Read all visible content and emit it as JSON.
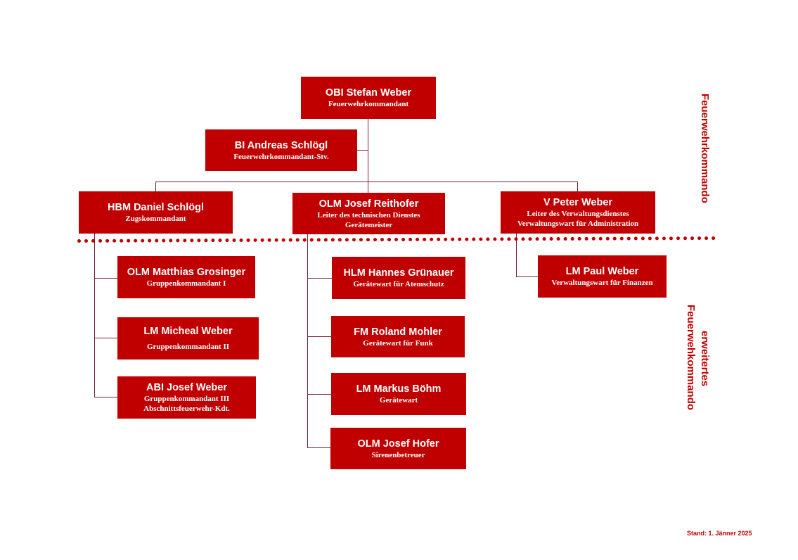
{
  "leadership": {
    "kommandant": {
      "name": "OBI Stefan Weber",
      "role": "Feuerwehrkommandant"
    },
    "stellvertreter": {
      "name": "BI Andreas Schlögl",
      "role": "Feuerwehrkommandant-Stv."
    }
  },
  "departments": [
    {
      "name": "HBM Daniel Schlögl",
      "roles": [
        "Zugskommandant"
      ]
    },
    {
      "name": "OLM Josef Reithofer",
      "roles": [
        "Leiter des technischen Dienstes",
        "Gerätemeister"
      ]
    },
    {
      "name": "V Peter Weber",
      "roles": [
        "Leiter des Verwaltungsdienstes",
        "Verwaltungswart für Administration"
      ]
    }
  ],
  "zug_members": [
    {
      "name": "OLM Matthias Grosinger",
      "roles": [
        "Gruppenkommandant I"
      ]
    },
    {
      "name": "LM Micheal Weber",
      "roles": [
        "Gruppenkommandant II"
      ]
    },
    {
      "name": "ABI Josef Weber",
      "roles": [
        "Gruppenkommandant III",
        "Abschnittsfeuerwehr-Kdt."
      ]
    }
  ],
  "technik_members": [
    {
      "name": "HLM Hannes Grünauer",
      "roles": [
        "Gerätewart für Atemschutz"
      ]
    },
    {
      "name": "FM Roland Mohler",
      "roles": [
        "Gerätewart für Funk"
      ]
    },
    {
      "name": "LM Markus Böhm",
      "roles": [
        "Gerätewart"
      ]
    },
    {
      "name": "OLM Josef Hofer",
      "roles": [
        "Sirenenbetreuer"
      ]
    }
  ],
  "verwaltung_members": [
    {
      "name": "LM Paul Weber",
      "roles": [
        "Verwaltungswart für Finanzen"
      ]
    }
  ],
  "labels": {
    "upper": "Feuerwehrkommando",
    "lower_line1": "erweitertes",
    "lower_line2": "Feuerwehkommando"
  },
  "footer": {
    "stand": "Stand: 1. Jänner 2025"
  },
  "colors": {
    "box": "#c00000",
    "line": "#7a1f3a",
    "text": "#ffffff"
  }
}
